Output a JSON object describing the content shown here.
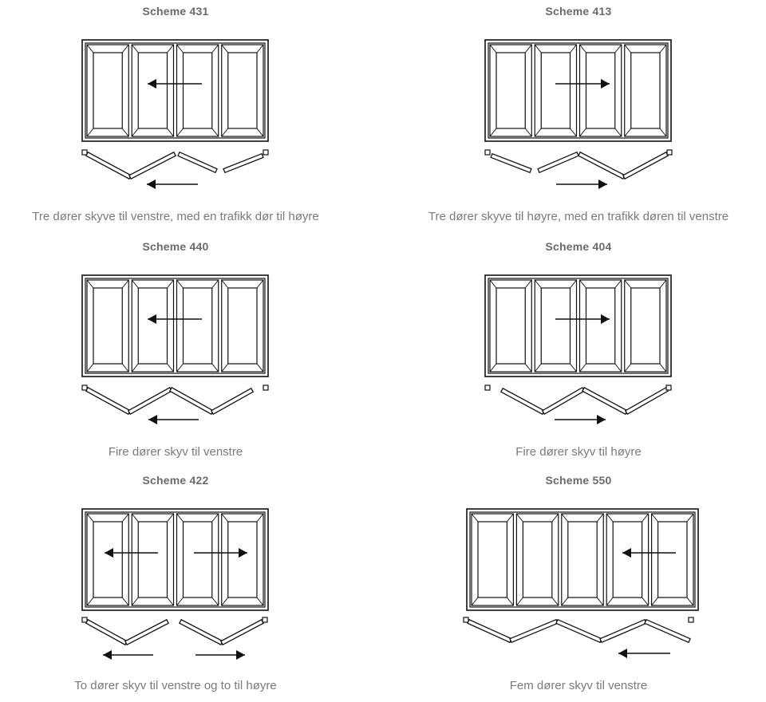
{
  "schemes": [
    {
      "title": "Scheme 431",
      "desc": "Tre dører skyve til venstre, med en trafikk dør til høyre",
      "panels": 4,
      "arrows": [
        "left"
      ],
      "plan_arrows": [
        "left"
      ],
      "plan": "431"
    },
    {
      "title": "Scheme 413",
      "desc": "Tre dører skyve til høyre, med en trafikk døren til venstre",
      "panels": 4,
      "arrows": [
        "right"
      ],
      "plan_arrows": [
        "right"
      ],
      "plan": "413"
    },
    {
      "title": "Scheme 440",
      "desc": "Fire dører skyv til venstre",
      "panels": 4,
      "arrows": [
        "left"
      ],
      "plan_arrows": [
        "left"
      ],
      "plan": "440"
    },
    {
      "title": "Scheme 404",
      "desc": "Fire dører skyv til høyre",
      "panels": 4,
      "arrows": [
        "right"
      ],
      "plan_arrows": [
        "right"
      ],
      "plan": "404"
    },
    {
      "title": "Scheme 422",
      "desc": "To dører skyv til venstre og to til høyre",
      "panels": 4,
      "arrows": [
        "left",
        "right"
      ],
      "plan_arrows": [
        "left",
        "right"
      ],
      "plan": "422"
    },
    {
      "title": "Scheme 550",
      "desc": "Fem dører skyv til venstre",
      "panels": 5,
      "arrows": [
        "left"
      ],
      "plan_arrows": [
        "left"
      ],
      "plan": "550"
    }
  ]
}
